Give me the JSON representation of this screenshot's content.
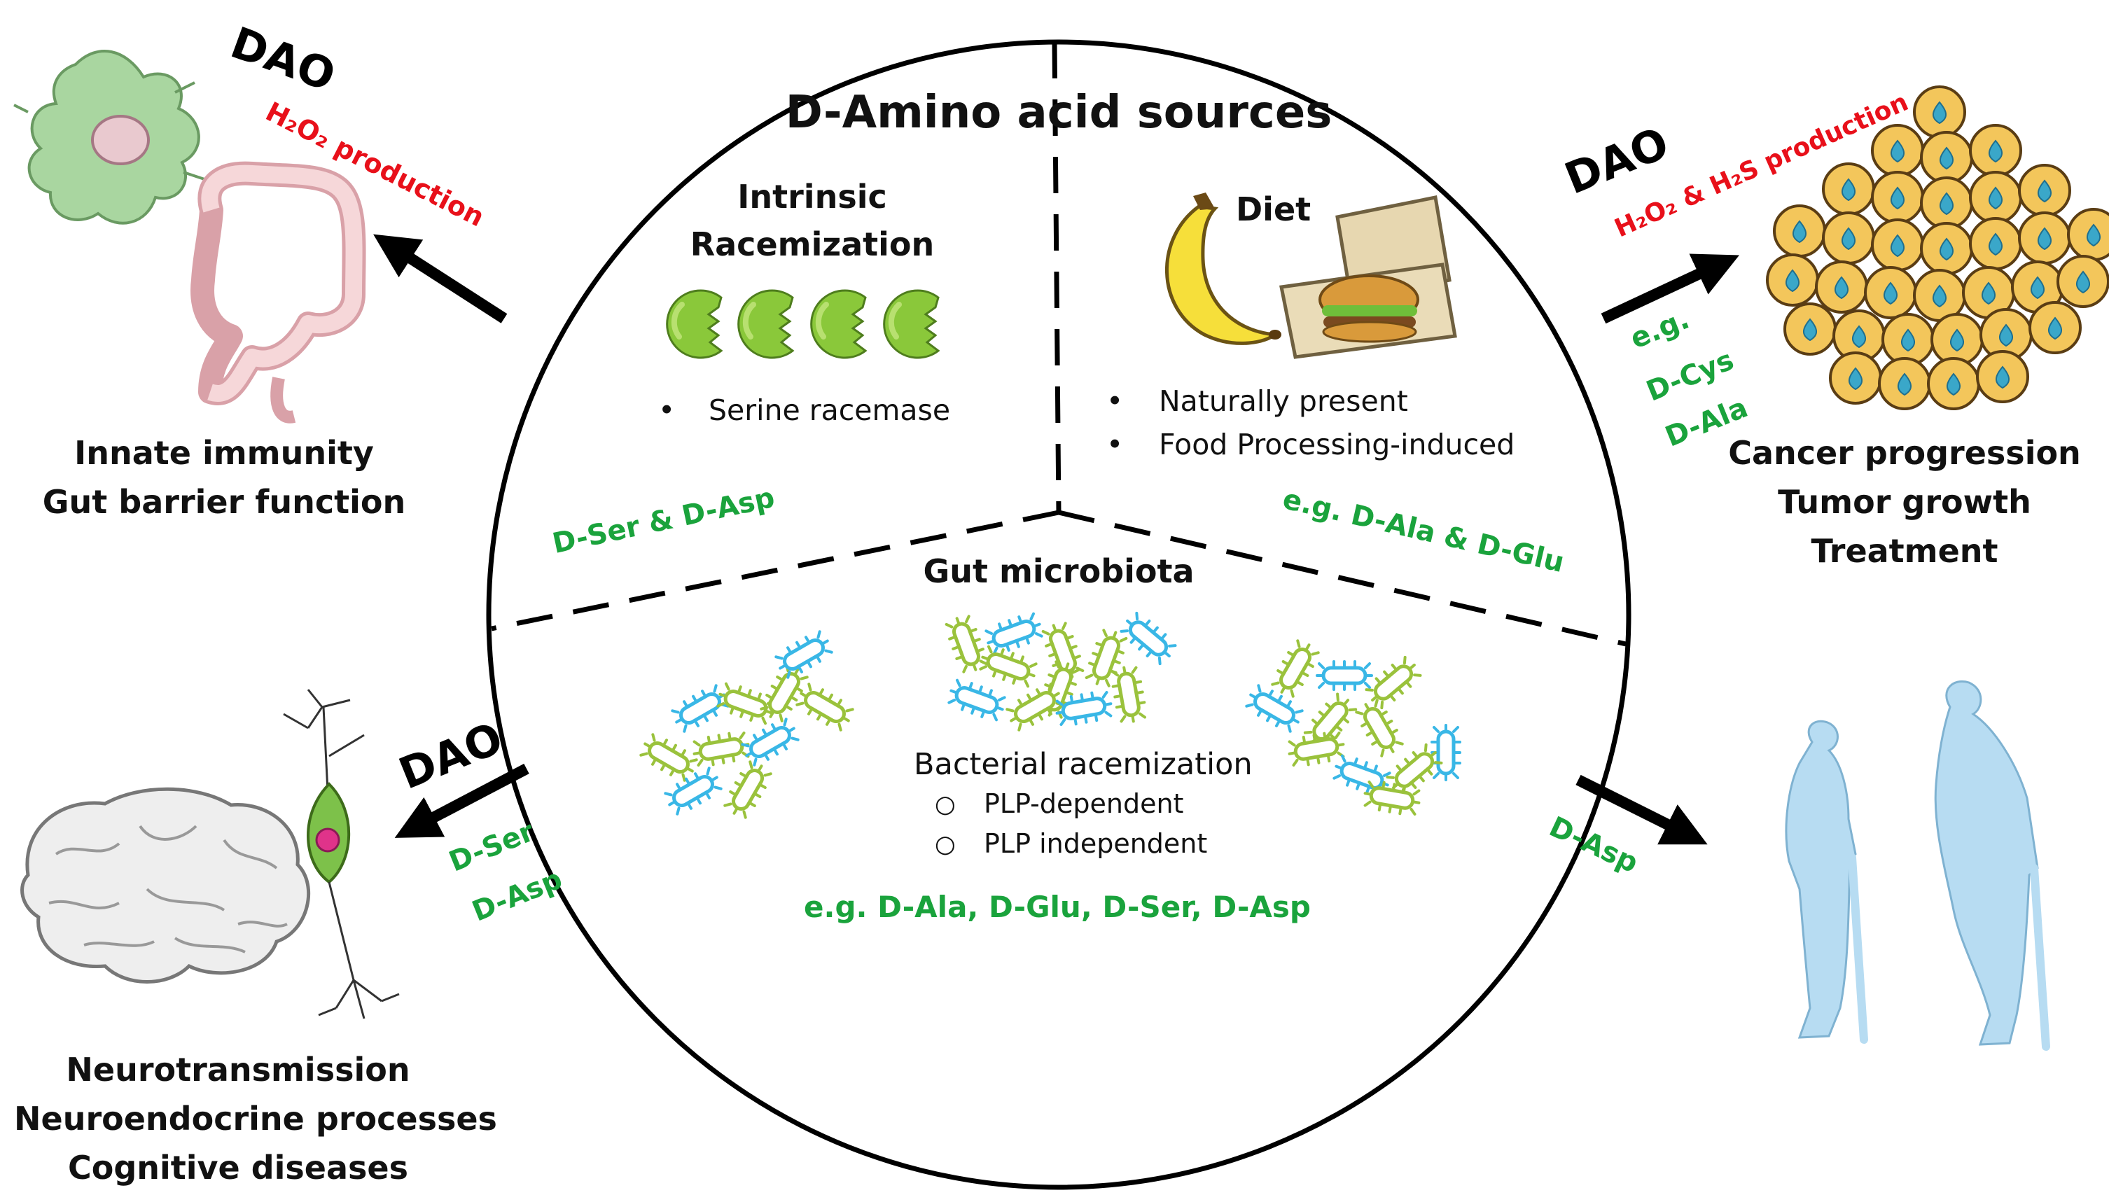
{
  "center": {
    "title": "D-Amino acid sources",
    "intrinsic": {
      "heading_line1": "Intrinsic",
      "heading_line2": "Racemization",
      "bullet": "Serine racemase",
      "examples": "D-Ser & D-Asp"
    },
    "diet": {
      "heading": "Diet",
      "bullet1": "Naturally present",
      "bullet2": "Food Processing-induced",
      "examples": "e.g. D-Ala & D-Glu"
    },
    "microbiota": {
      "heading": "Gut microbiota",
      "subheading": "Bacterial racemization",
      "option1": "PLP-dependent",
      "option2": "PLP independent",
      "examples": "e.g. D-Ala, D-Glu, D-Ser, D-Asp"
    }
  },
  "top_left": {
    "enzyme": "DAO",
    "product": "H₂O₂ production",
    "outcome_line1": "Innate immunity",
    "outcome_line2": "Gut barrier function"
  },
  "top_right": {
    "enzyme": "DAO",
    "product": "H₂O₂ & H₂S production",
    "eg": "e.g.",
    "aa1": "D-Cys",
    "aa2": "D-Ala",
    "outcome_line1": "Cancer progression",
    "outcome_line2": "Tumor growth",
    "outcome_line3": "Treatment"
  },
  "bottom_left": {
    "enzyme": "DAO",
    "aa1": "D-Ser",
    "aa2": "D-Asp",
    "outcome_line1": "Neurotransmission",
    "outcome_line2": "Neuroendocrine processes",
    "outcome_line3": "Cognitive diseases"
  },
  "bottom_right": {
    "aa1": "D-Asp"
  },
  "colors": {
    "red": "#e8101a",
    "green": "#1aa33c",
    "bacteria_green": "#9ac23c",
    "bacteria_blue": "#39b7e6",
    "elderly_blue": "#b7dcf2",
    "tumor_cell": "#f3c65b",
    "nucleus_blue": "#3aa7c9"
  },
  "icons": [
    "macrophage-icon",
    "colon-icon",
    "enzyme-icon",
    "banana-icon",
    "burger-box-icon",
    "bacteria-icon",
    "tumor-cells-icon",
    "neuron-icon",
    "brain-icon",
    "elderly-people-icon"
  ]
}
